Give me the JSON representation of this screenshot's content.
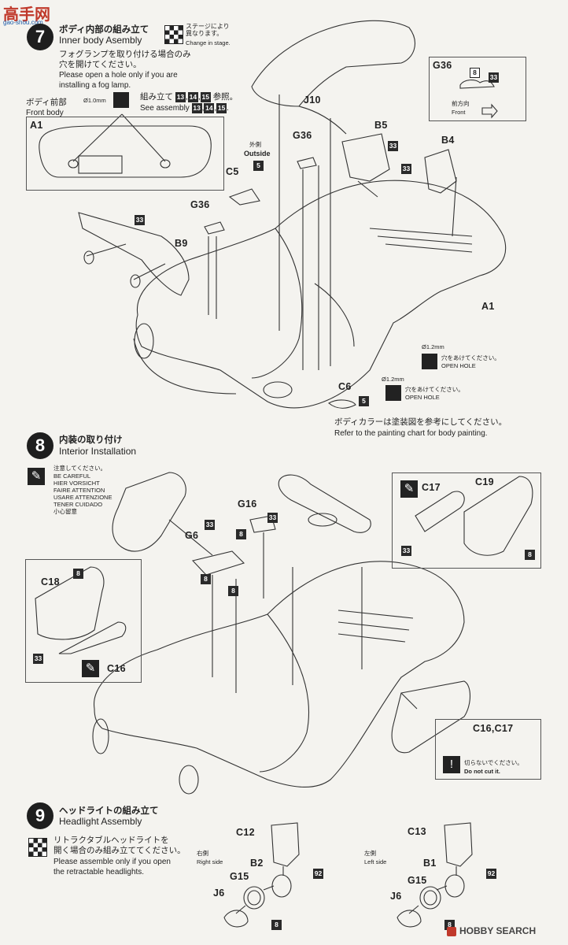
{
  "watermark": {
    "site": "高手网",
    "url": "gao-shou.com"
  },
  "step7": {
    "num": "7",
    "title_jp": "ボディ内部の組み立て",
    "title_en": "Inner body Asembly",
    "stage_jp": "ステージにより異なります。",
    "stage_en": "Change in stage.",
    "fog_jp": "フォグランプを取り付ける場合のみ穴を開けてください。",
    "fog_jp1": "フォグランプを取り付ける場合のみ",
    "fog_jp2": "穴を開けてください。",
    "fog_en1": "Please open a hole only if you are",
    "fog_en2": "installing a fog lamp.",
    "front_jp": "ボディ前部",
    "front_en": "Front body",
    "hole_size": "Ø1.0mm",
    "ref_jp_pre": "組み立て",
    "ref_jp_post": "参照。",
    "ref_en": "See assembly",
    "ref_nums": [
      "13",
      "14",
      "15"
    ],
    "g36_front_jp": "前方向",
    "g36_front_en": "Front",
    "outside_jp": "外側",
    "outside_en": "Outside",
    "open_hole_1": "Ø1.2mm",
    "open_hole_jp": "穴をあけてください。",
    "open_hole_en": "OPEN HOLE",
    "paint_jp": "ボディカラーは塗装図を参考にしてください。",
    "paint_en": "Refer to the painting chart for body painting.",
    "labels": {
      "A1": "A1",
      "J10": "J10",
      "G36": "G36",
      "B5": "B5",
      "B4": "B4",
      "C5": "C5",
      "B9": "B9",
      "C6": "C6"
    },
    "badges": {
      "b33": "33",
      "b8": "8",
      "b5": "5"
    }
  },
  "step8": {
    "num": "8",
    "title_jp": "内装の取り付け",
    "title_en": "Interior Installation",
    "careful_jp": "注意してください。",
    "careful": [
      "BE CAREFUL",
      "HIER VORSICHT",
      "FAIRE ATTENTION",
      "USARE ATTENZIONE",
      "TENER CUIDADO",
      "小心留意"
    ],
    "labels": {
      "C18": "C18",
      "C16": "C16",
      "G6": "G6",
      "G16": "G16",
      "C17": "C17",
      "C19": "C19",
      "C16C17": "C16,C17"
    },
    "nocut_jp": "切らないでください。",
    "nocut_en": "Do not cut it."
  },
  "step9": {
    "num": "9",
    "title_jp": "ヘッドライトの組み立て",
    "title_en": "Headlight Assembly",
    "note_jp1": "リトラクタブルヘッドライトを",
    "note_jp2": "開く場合のみ組み立ててください。",
    "note_en1": "Please assemble only if you open",
    "note_en2": "the retractable headlights.",
    "right_jp": "右側",
    "right_en": "Right side",
    "left_jp": "左側",
    "left_en": "Left side",
    "labels": {
      "C12": "C12",
      "B2": "B2",
      "G15": "G15",
      "J6": "J6",
      "C13": "C13",
      "B1": "B1"
    },
    "badges": {
      "b92": "92",
      "b8": "8"
    }
  },
  "footer": {
    "brand": "HOBBY SEARCH"
  }
}
